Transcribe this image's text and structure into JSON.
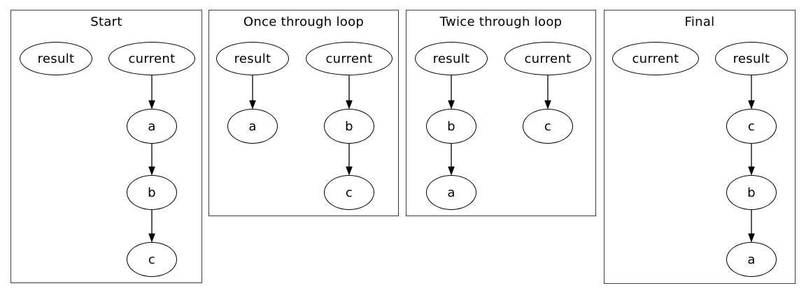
{
  "figure": {
    "type": "linked-list-reversal-diagram",
    "background": "#ffffff",
    "node_stroke": "#000000",
    "edge_color": "#000000",
    "box_border": "#3c3c3c",
    "text_color": "#000000"
  },
  "panels": [
    {
      "id": "start",
      "title": "Start",
      "nodes": [
        {
          "id": "result",
          "label": "result"
        },
        {
          "id": "current",
          "label": "current"
        },
        {
          "id": "a",
          "label": "a"
        },
        {
          "id": "b",
          "label": "b"
        },
        {
          "id": "c",
          "label": "c"
        }
      ],
      "edges": [
        {
          "from": "current",
          "to": "a"
        },
        {
          "from": "a",
          "to": "b"
        },
        {
          "from": "b",
          "to": "c"
        }
      ]
    },
    {
      "id": "once-through-loop",
      "title": "Once through loop",
      "nodes": [
        {
          "id": "result",
          "label": "result"
        },
        {
          "id": "current",
          "label": "current"
        },
        {
          "id": "a",
          "label": "a"
        },
        {
          "id": "b",
          "label": "b"
        },
        {
          "id": "c",
          "label": "c"
        }
      ],
      "edges": [
        {
          "from": "result",
          "to": "a"
        },
        {
          "from": "current",
          "to": "b"
        },
        {
          "from": "b",
          "to": "c"
        }
      ]
    },
    {
      "id": "twice-through-loop",
      "title": "Twice through loop",
      "nodes": [
        {
          "id": "result",
          "label": "result"
        },
        {
          "id": "current",
          "label": "current"
        },
        {
          "id": "b",
          "label": "b"
        },
        {
          "id": "c",
          "label": "c"
        },
        {
          "id": "a",
          "label": "a"
        }
      ],
      "edges": [
        {
          "from": "result",
          "to": "b"
        },
        {
          "from": "current",
          "to": "c"
        },
        {
          "from": "b",
          "to": "a"
        }
      ]
    },
    {
      "id": "final",
      "title": "Final",
      "nodes": [
        {
          "id": "current",
          "label": "current"
        },
        {
          "id": "result",
          "label": "result"
        },
        {
          "id": "c",
          "label": "c"
        },
        {
          "id": "b",
          "label": "b"
        },
        {
          "id": "a",
          "label": "a"
        }
      ],
      "edges": [
        {
          "from": "result",
          "to": "c"
        },
        {
          "from": "c",
          "to": "b"
        },
        {
          "from": "b",
          "to": "a"
        }
      ]
    }
  ]
}
